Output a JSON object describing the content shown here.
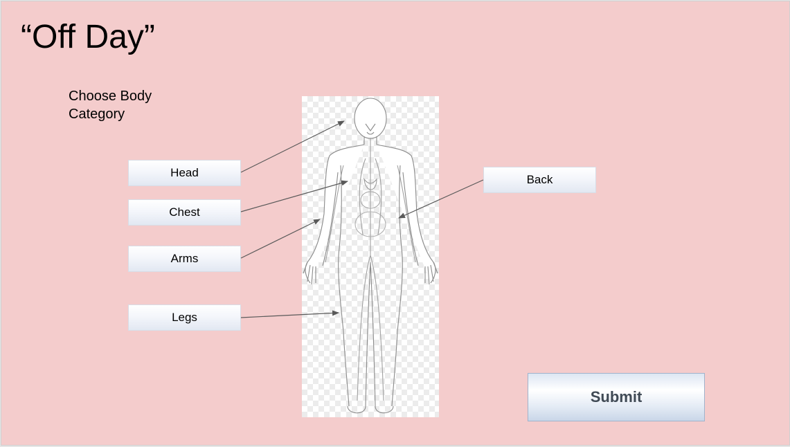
{
  "title": "“Off Day”",
  "subtitle": "Choose Body Category",
  "categories": {
    "head": "Head",
    "chest": "Chest",
    "arms": "Arms",
    "legs": "Legs",
    "back": "Back"
  },
  "submit_label": "Submit",
  "colors": {
    "background": "#f4cccc",
    "button_text": "#404a55"
  }
}
